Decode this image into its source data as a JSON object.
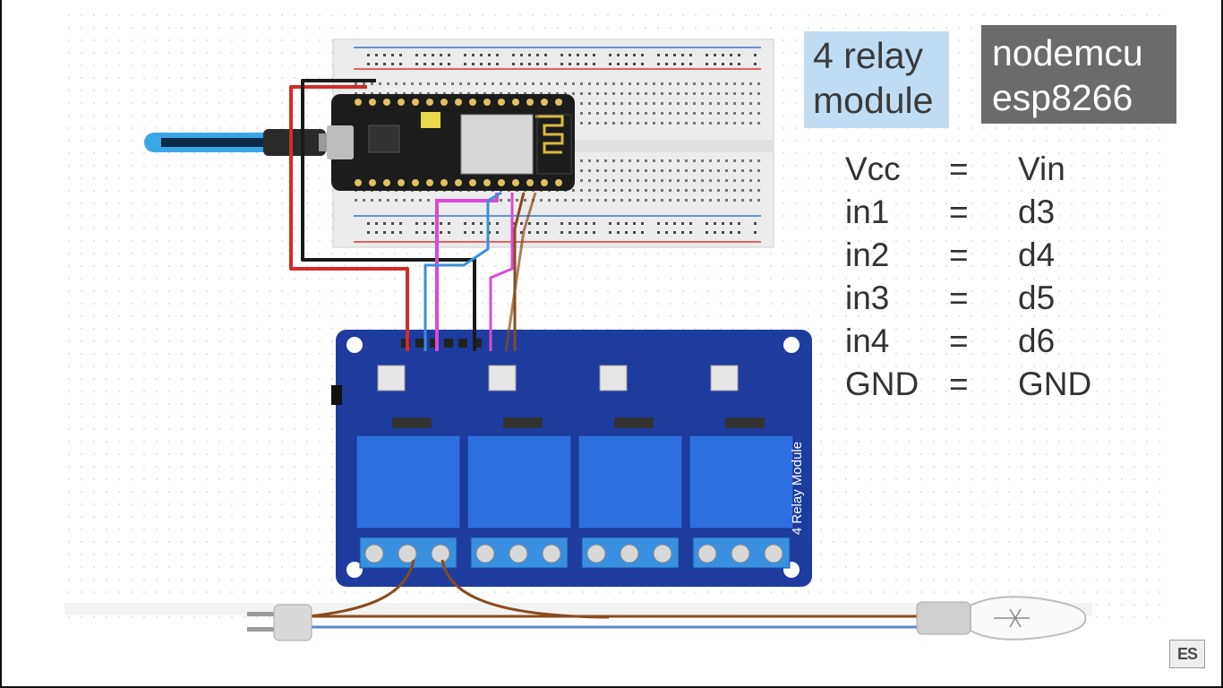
{
  "labels": {
    "relay_line1": "4 relay",
    "relay_line2": "module",
    "mcu_line1": "nodemcu",
    "mcu_line2": "esp8266"
  },
  "pin_map": [
    {
      "relay": "Vcc",
      "eq": "=",
      "mcu": "Vin"
    },
    {
      "relay": "in1",
      "eq": "=",
      "mcu": "d3"
    },
    {
      "relay": "in2",
      "eq": "=",
      "mcu": "d4"
    },
    {
      "relay": "in3",
      "eq": "=",
      "mcu": "d5"
    },
    {
      "relay": "in4",
      "eq": "=",
      "mcu": "d6"
    },
    {
      "relay": "GND",
      "eq": "=",
      "mcu": "GND"
    }
  ],
  "board_text": {
    "module_name": "4 Relay Module"
  },
  "watermark": "ES",
  "colors": {
    "board_blue": "#1e3c9e",
    "relay_blue": "#2e6fe0",
    "breadboard": "#ececec",
    "mcu_board": "#1c1c1c",
    "wire_red": "#d42a2a",
    "wire_black": "#1a1a1a",
    "wire_magenta": "#d94ad9",
    "wire_blue": "#3a8fd8",
    "wire_brown": "#8a4a1e",
    "label_relay_bg": "#bfdcf3",
    "label_mcu_bg": "#6b6b6b"
  }
}
